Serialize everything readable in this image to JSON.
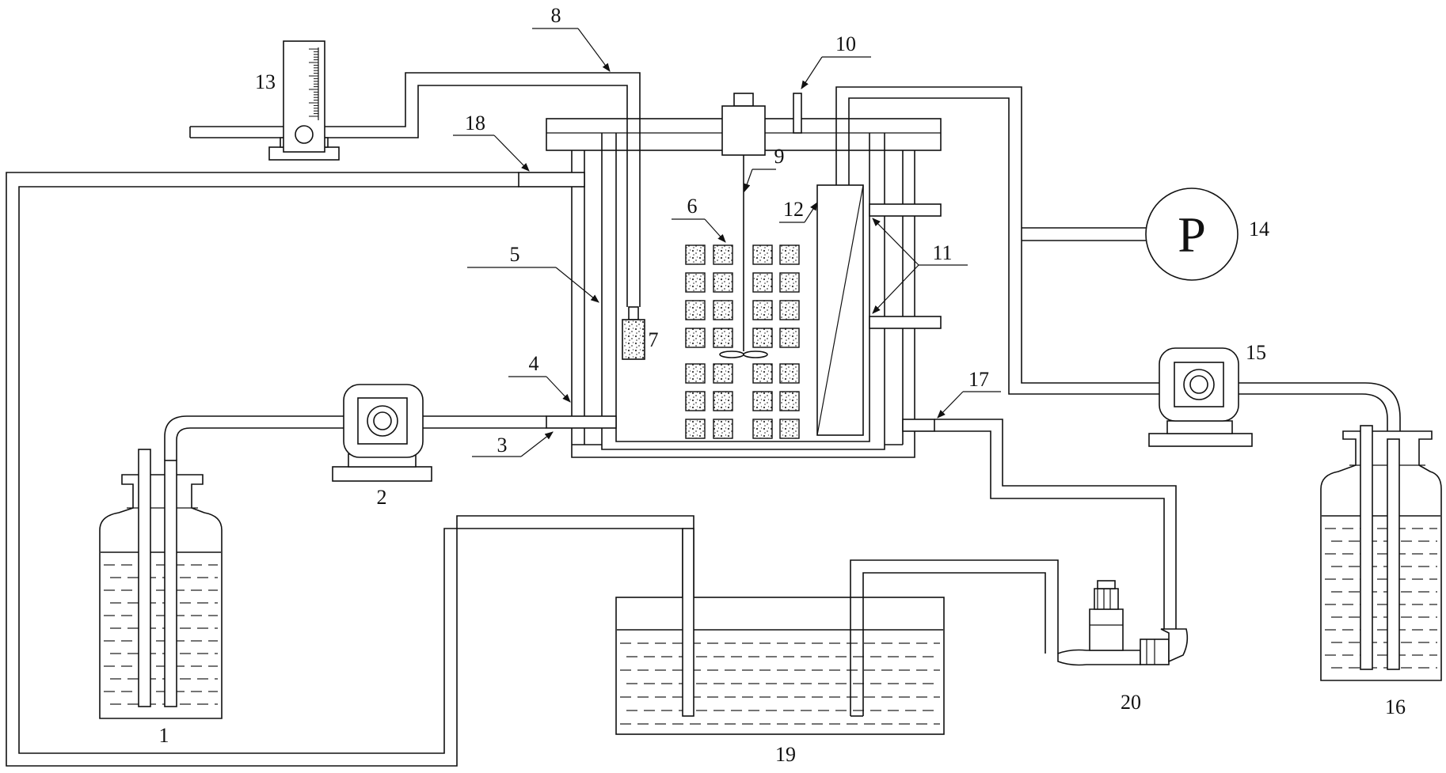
{
  "labels": {
    "l1": "1",
    "l2": "2",
    "l3": "3",
    "l4": "4",
    "l5": "5",
    "l6": "6",
    "l7": "7",
    "l8": "8",
    "l9": "9",
    "l10": "10",
    "l11": "11",
    "l12": "12",
    "l13": "13",
    "l14": "14",
    "l15": "15",
    "l16": "16",
    "l17": "17",
    "l18": "18",
    "l19": "19",
    "l20": "20"
  },
  "gauge_symbol": "P",
  "icons": {
    "pump": "peristaltic-pump-icon",
    "submersible": "submersible-pump-icon",
    "gauge": "pressure-gauge-icon",
    "flowmeter": "rotameter-icon"
  },
  "colors": {
    "line": "#111111",
    "background": "#ffffff"
  }
}
